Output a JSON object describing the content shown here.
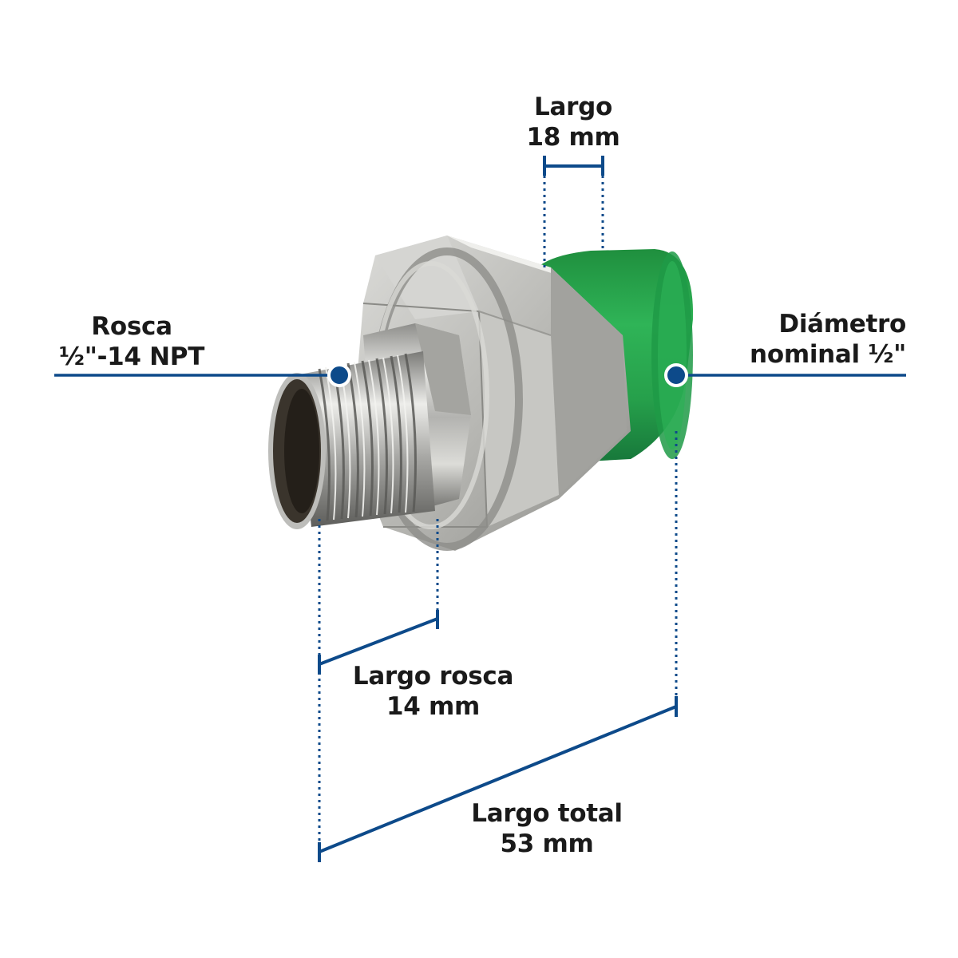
{
  "colors": {
    "dimension_line": "#0d4a8a",
    "fitting_green": "#22a54a",
    "metal": "#c9c9c7",
    "background": "#ffffff",
    "text": "#1a1a1a"
  },
  "callouts": {
    "largo": {
      "line1": "Largo",
      "line2": "18 mm"
    },
    "rosca": {
      "line1": "Rosca",
      "line2": "½\"-14 NPT"
    },
    "diametro": {
      "line1": "Diámetro",
      "line2": "nominal ½\""
    },
    "largo_rosca": {
      "line1": "Largo rosca",
      "line2": "14 mm"
    },
    "largo_total": {
      "line1": "Largo total",
      "line2": "53 mm"
    }
  }
}
